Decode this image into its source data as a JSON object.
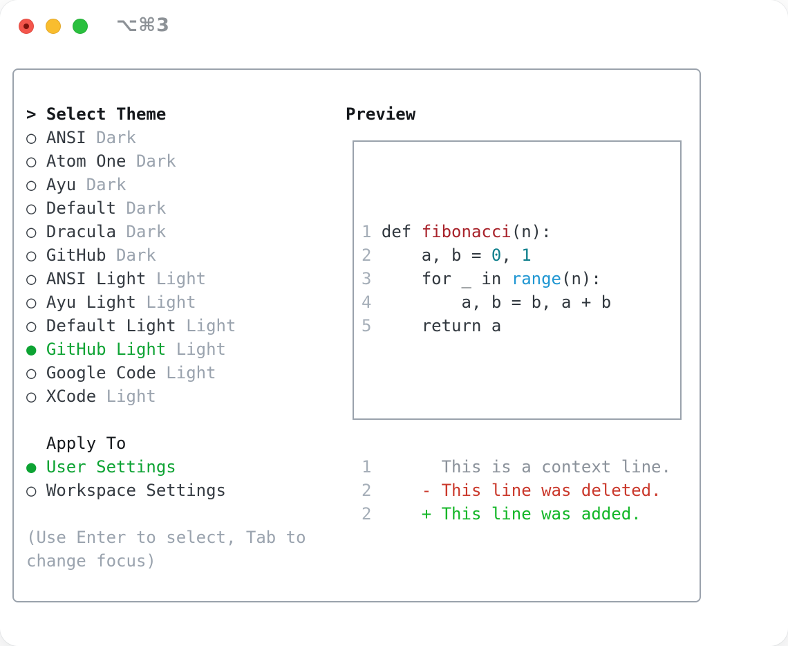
{
  "window": {
    "title": "⌥⌘3"
  },
  "theme_picker": {
    "header": "Select Theme",
    "cursor": ">",
    "radio_unselected": "○",
    "radio_selected": "●",
    "themes": [
      {
        "name": "ANSI",
        "variant": "Dark",
        "selected": false
      },
      {
        "name": "Atom One",
        "variant": "Dark",
        "selected": false
      },
      {
        "name": "Ayu",
        "variant": "Dark",
        "selected": false
      },
      {
        "name": "Default",
        "variant": "Dark",
        "selected": false
      },
      {
        "name": "Dracula",
        "variant": "Dark",
        "selected": false
      },
      {
        "name": "GitHub",
        "variant": "Dark",
        "selected": false
      },
      {
        "name": "ANSI Light",
        "variant": "Light",
        "selected": false
      },
      {
        "name": "Ayu Light",
        "variant": "Light",
        "selected": false
      },
      {
        "name": "Default Light",
        "variant": "Light",
        "selected": false
      },
      {
        "name": "GitHub Light",
        "variant": "Light",
        "selected": true
      },
      {
        "name": "Google Code",
        "variant": "Light",
        "selected": false
      },
      {
        "name": "XCode",
        "variant": "Light",
        "selected": false
      }
    ],
    "apply_to": {
      "header": "Apply To",
      "options": [
        {
          "label": "User Settings",
          "selected": true
        },
        {
          "label": "Workspace Settings",
          "selected": false
        }
      ]
    },
    "hint_lines": [
      "(Use Enter to select, Tab to",
      "change focus)"
    ]
  },
  "preview": {
    "header": "Preview",
    "code_lines": [
      {
        "num": "1",
        "tokens": [
          {
            "text": "def ",
            "style": "code"
          },
          {
            "text": "fibonacci",
            "style": "function"
          },
          {
            "text": "(n):",
            "style": "code"
          }
        ]
      },
      {
        "num": "2",
        "tokens": [
          {
            "text": "    a, b = ",
            "style": "code"
          },
          {
            "text": "0",
            "style": "number"
          },
          {
            "text": ", ",
            "style": "code"
          },
          {
            "text": "1",
            "style": "number"
          }
        ]
      },
      {
        "num": "3",
        "tokens": [
          {
            "text": "    for _ in ",
            "style": "code"
          },
          {
            "text": "range",
            "style": "builtin"
          },
          {
            "text": "(n):",
            "style": "code"
          }
        ]
      },
      {
        "num": "4",
        "tokens": [
          {
            "text": "        a, b = b, a + b",
            "style": "code"
          }
        ]
      },
      {
        "num": "5",
        "tokens": [
          {
            "text": "    return a",
            "style": "code"
          }
        ]
      }
    ],
    "diff_lines": [
      {
        "num": "1",
        "tokens": [
          {
            "text": "      This is a context line.",
            "style": "context"
          }
        ]
      },
      {
        "num": "2",
        "tokens": [
          {
            "text": "    ",
            "style": "context"
          },
          {
            "text": "- This line was deleted.",
            "style": "deleted"
          }
        ]
      },
      {
        "num": "2",
        "tokens": [
          {
            "text": "    ",
            "style": "context"
          },
          {
            "text": "+ This line was added.",
            "style": "added"
          }
        ]
      }
    ]
  },
  "colors": {
    "selection_green": "#0da333",
    "diff_added_green": "#12b626",
    "diff_deleted_red": "#ca382b",
    "function_red": "#a8232b",
    "number_teal": "#0e7f8c",
    "builtin_blue": "#1f96d2",
    "border_gray": "#9aa2ac",
    "muted_gray": "#9aa3ae",
    "traffic_red": "#f4564c",
    "traffic_yellow": "#f9bd2e",
    "traffic_green": "#2ac03e"
  }
}
